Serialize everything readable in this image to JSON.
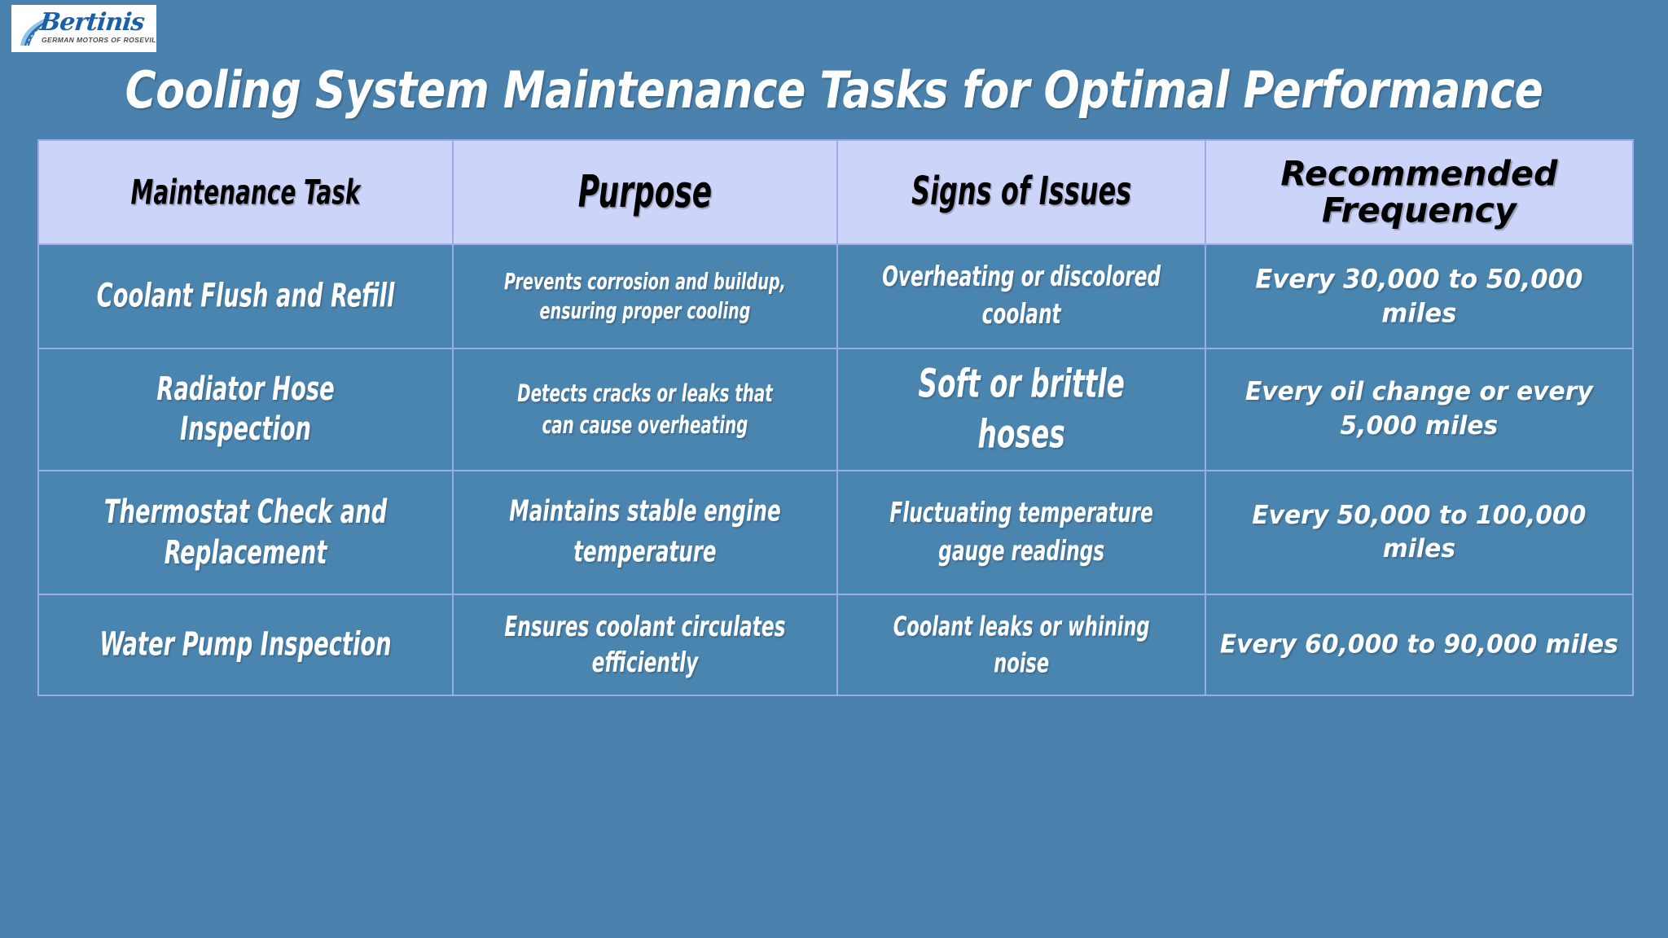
{
  "brand": {
    "name": "Bertinis",
    "tagline": "GERMAN MOTORS OF ROSEVILLE",
    "logo_icon": "road-swoosh-icon",
    "primary_color": "#1b5fa8"
  },
  "slide": {
    "title": "Cooling System Maintenance Tasks for Optimal Performance",
    "background_color": "#4a82ad"
  },
  "table": {
    "header_background": "#ccd4f9",
    "header_text_color": "#000000",
    "body_background": "#4a85b0",
    "body_text_color": "#ffffff",
    "border_color": "#9ba9ef",
    "columns": [
      "Maintenance Task",
      "Purpose",
      "Signs of Issues",
      "Recommended Frequency"
    ],
    "rows": [
      {
        "task": "Coolant Flush and Refill",
        "purpose": "Prevents corrosion and buildup, ensuring proper cooling",
        "signs": "Overheating or discolored coolant",
        "frequency": "Every 30,000 to 50,000 miles"
      },
      {
        "task": "Radiator Hose Inspection",
        "purpose": "Detects cracks or leaks that can cause overheating",
        "signs": "Soft or brittle hoses",
        "frequency": "Every oil change or every 5,000 miles"
      },
      {
        "task": "Thermostat Check and Replacement",
        "purpose": "Maintains stable engine temperature",
        "signs": "Fluctuating temperature gauge readings",
        "frequency": "Every 50,000 to 100,000 miles"
      },
      {
        "task": "Water Pump Inspection",
        "purpose": "Ensures coolant circulates efficiently",
        "signs": "Coolant leaks or whining noise",
        "frequency": "Every 60,000 to 90,000 miles"
      }
    ]
  }
}
